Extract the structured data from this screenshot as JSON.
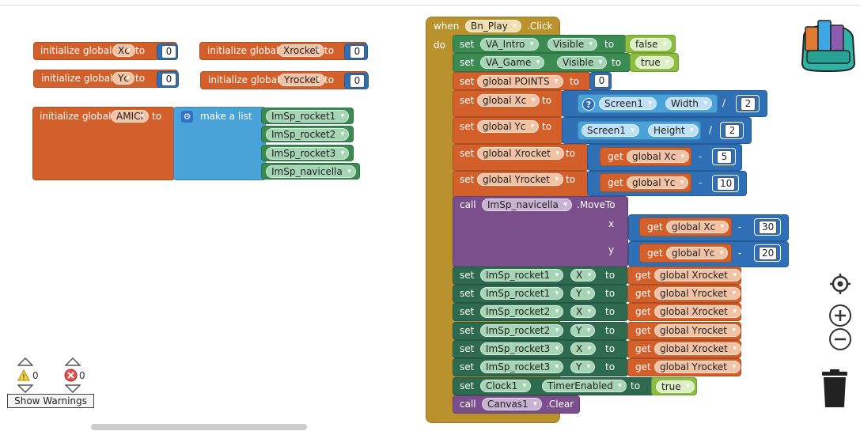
{
  "globals": {
    "init_label": "initialize global",
    "to": "to",
    "xc": {
      "name": "Xc",
      "value": "0"
    },
    "yc": {
      "name": "Yc",
      "value": "0"
    },
    "xrocket": {
      "name": "Xrocket",
      "value": "0"
    },
    "yrocket": {
      "name": "Yrocket",
      "value": "0"
    },
    "amici": {
      "name": "AMICI",
      "make_list": "make a list",
      "items": [
        "ImSp_rocket1",
        "ImSp_rocket2",
        "ImSp_rocket3",
        "ImSp_navicella"
      ]
    }
  },
  "event": {
    "when": "when",
    "do": "do",
    "component": "Bn_Play",
    "event_name": ".Click",
    "set": "set",
    "to": "to",
    "get": "get",
    "call": "call",
    "va_intro": "VA_Intro",
    "va_game": "VA_Game",
    "visible": "Visible",
    "false": "false",
    "true": "true",
    "global_points": "global POINTS",
    "points_value": "0",
    "global_xc": "global Xc",
    "global_yc": "global Yc",
    "global_xrocket": "global Xrocket",
    "global_yrocket": "global Yrocket",
    "screen1": "Screen1",
    "width": "Width",
    "height": "Height",
    "div": "/",
    "minus": "-",
    "two": "2",
    "five": "5",
    "ten": "10",
    "thirty": "30",
    "twenty": "20",
    "navicella": "ImSp_navicella",
    "move_to": ".MoveTo",
    "x": "x",
    "y": "y",
    "rocket1": "ImSp_rocket1",
    "rocket2": "ImSp_rocket2",
    "rocket3": "ImSp_rocket3",
    "x_prop": "X",
    "y_prop": "Y",
    "clock1": "Clock1",
    "timer_enabled": "TimerEnabled",
    "canvas1": "Canvas1",
    "clear": ".Clear"
  },
  "warnings": {
    "warning_count": "0",
    "error_count": "0",
    "show_warnings_label": "Show Warnings"
  },
  "icons": {
    "backpack": "backpack-icon",
    "center": "center-icon",
    "zoom_in": "zoom-in-icon",
    "zoom_out": "zoom-out-icon",
    "trash": "trash-icon"
  }
}
